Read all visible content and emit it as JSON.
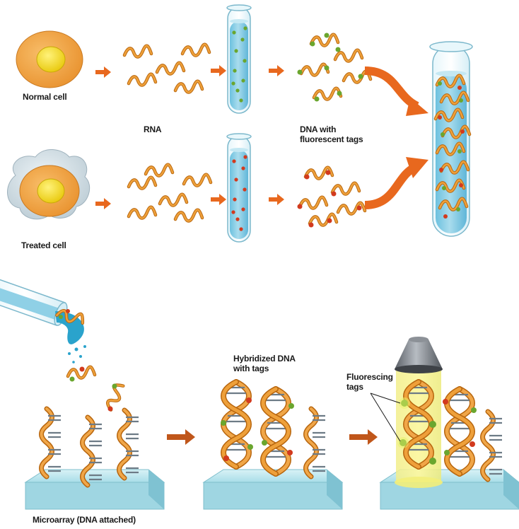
{
  "labels": {
    "normal_cell": "Normal cell",
    "treated_cell": "Treated cell",
    "rna": "RNA",
    "dna_tags_line1": "DNA with",
    "dna_tags_line2": "fluorescent tags",
    "hybridized_line1": "Hybridized DNA",
    "hybridized_line2": "with tags",
    "fluorescing_line1": "Fluorescing",
    "fluorescing_line2": "tags",
    "microarray": "Microarray (DNA attached)"
  },
  "colors": {
    "strand": "#e8951e",
    "strand_dark": "#b8660e",
    "arrow": "#e8681e",
    "cell_nucleus": "#f2dc12",
    "cell_body": "#f4a53c",
    "treated_membrane": "#c8d6de",
    "tube_liquid": "#8fd0e6",
    "tag_green": "#6aa62e",
    "tag_red": "#d23a1e",
    "slide": "#b6e4ec",
    "light_beam": "#f5f07a"
  }
}
